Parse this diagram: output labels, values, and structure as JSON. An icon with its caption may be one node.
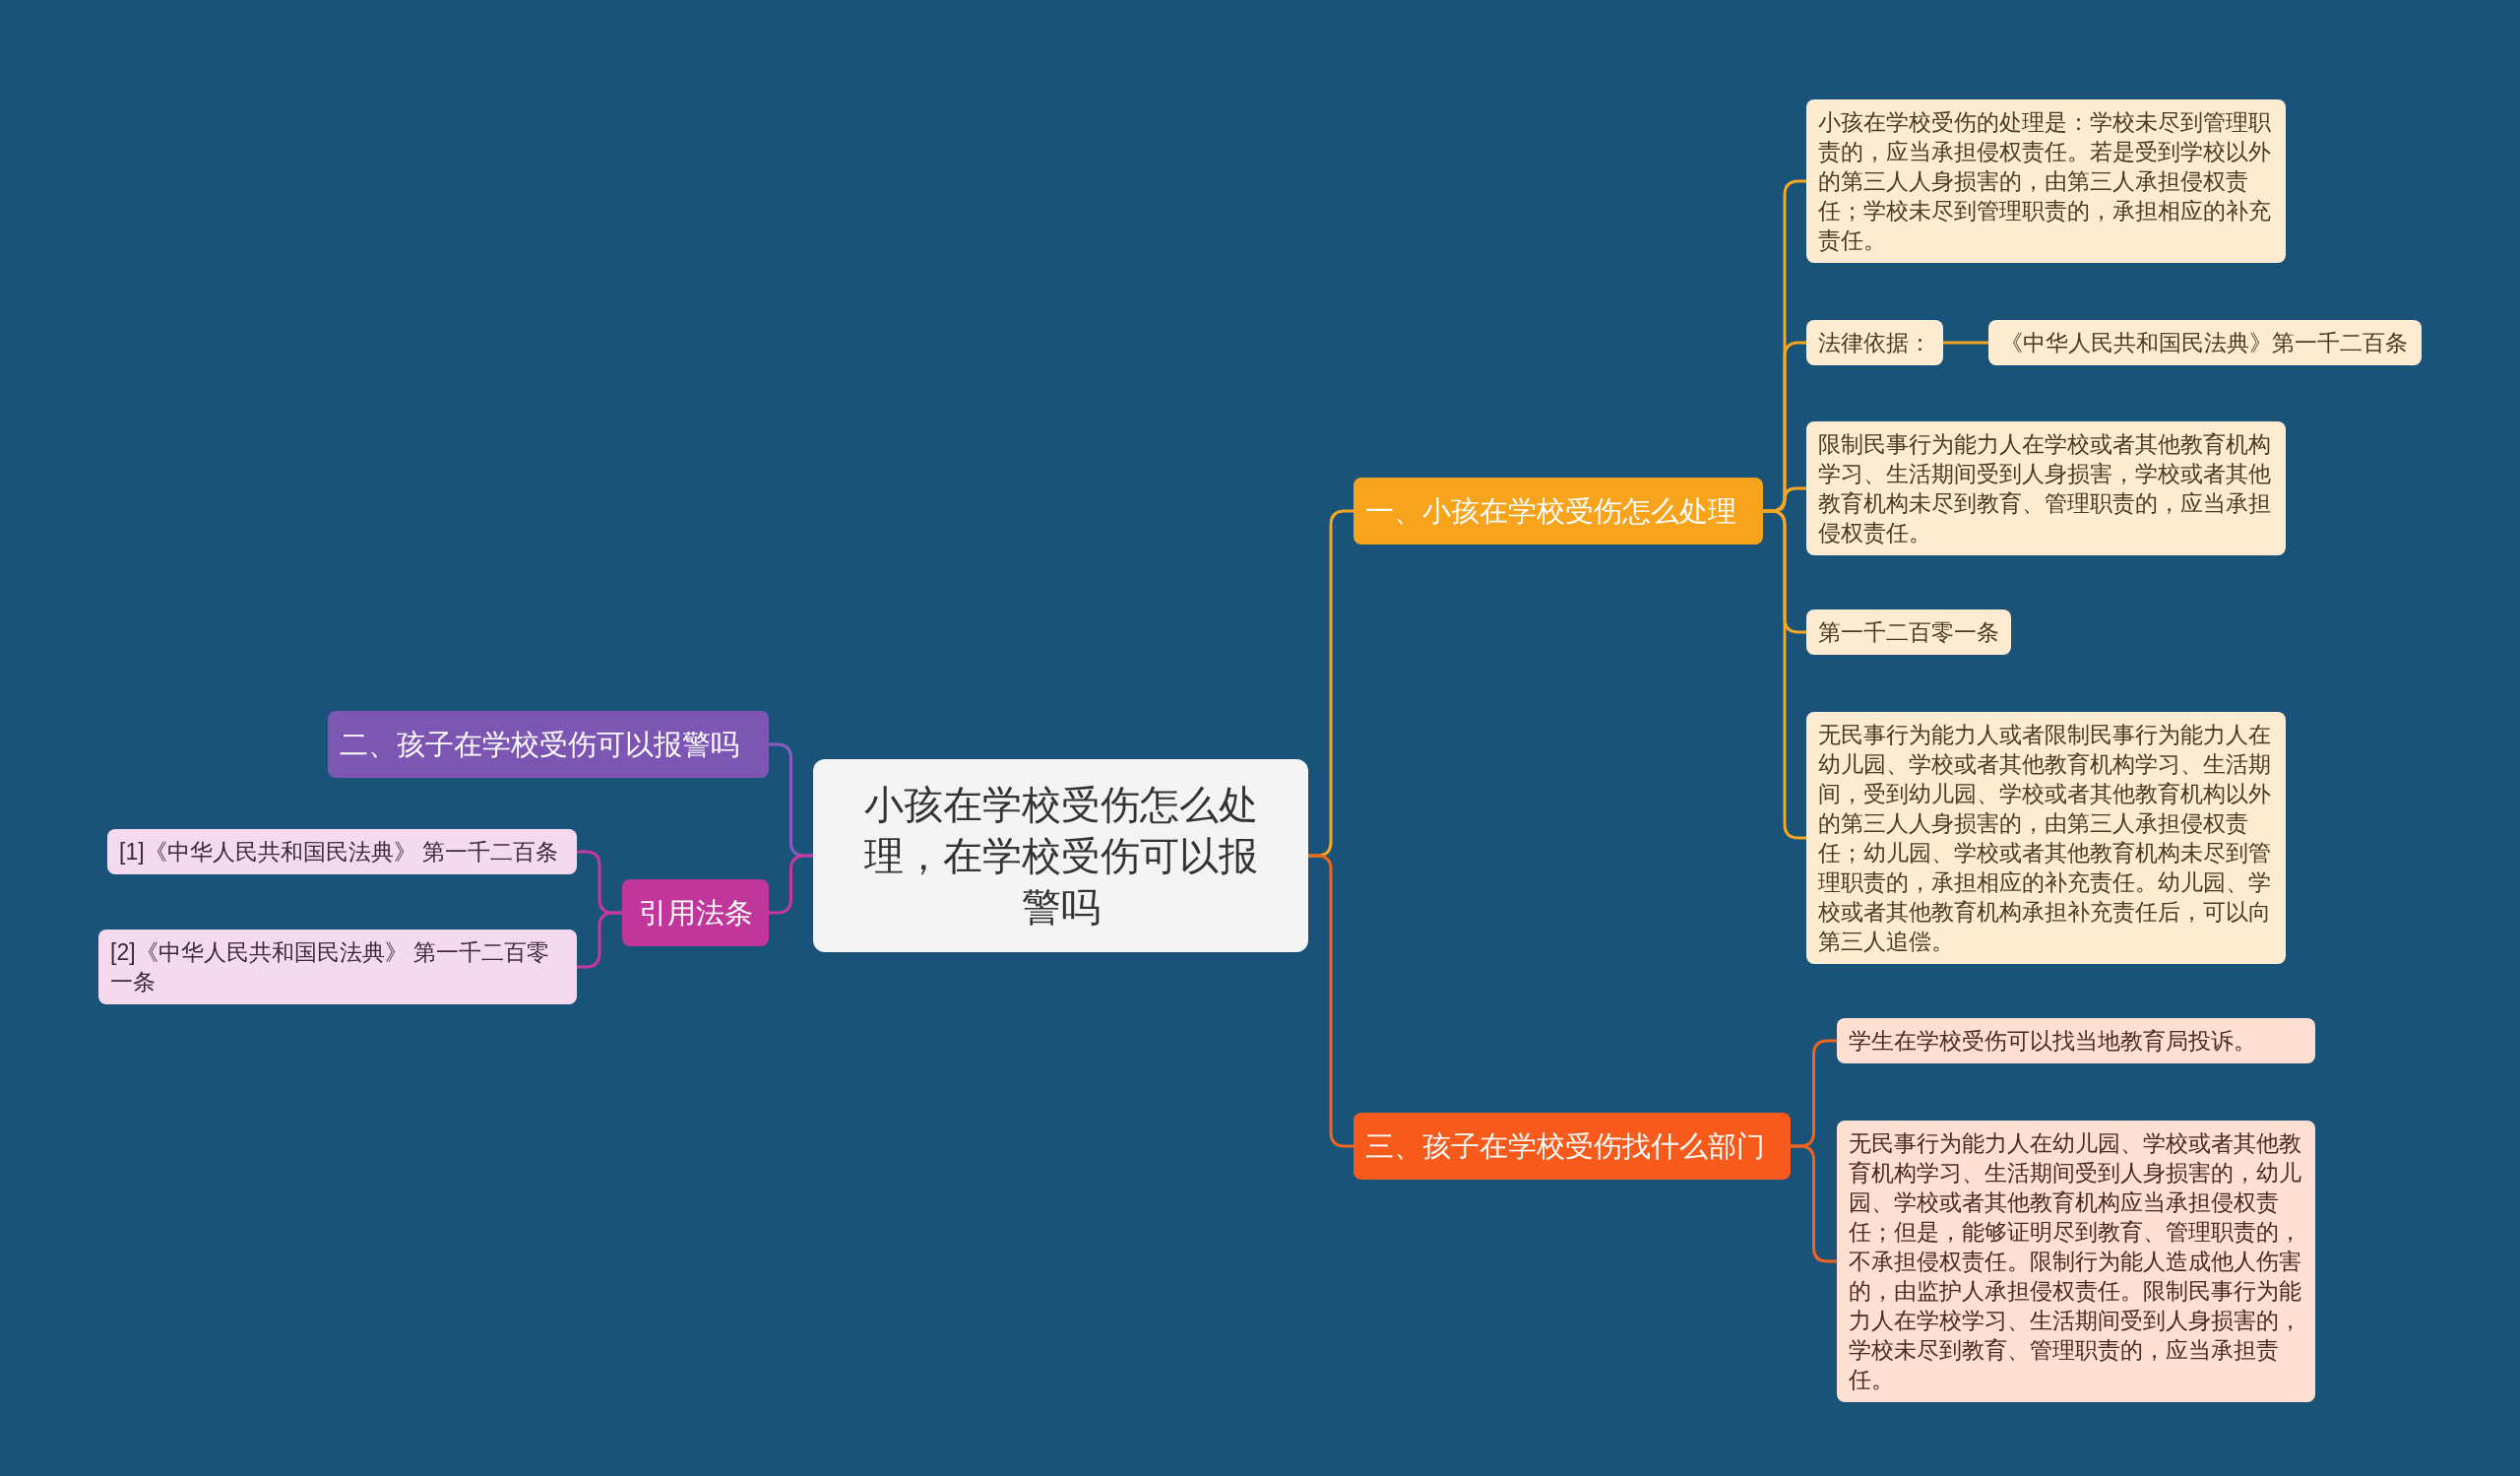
{
  "diagram": {
    "nodes": [
      {
        "text": [
          "小孩在学校受伤怎么处理，在学校受伤可以报警吗"
        ]
      },
      {
        "text": [
          "一、小孩在学校受伤怎么处理"
        ]
      },
      {
        "text": [
          "小孩在学校受伤的处理是：学校未尽到管理职责的，应当承担侵权责任。若是受到学校以外的第三人人身损害的，由第三人承担侵权责任；学校未尽到管理职责的，承担相应的补充责任。"
        ]
      },
      {
        "text": [
          "法律依据："
        ]
      },
      {
        "text": [
          "《中华人民共和国民法典》第一千二百条"
        ]
      },
      {
        "text": [
          "限制民事行为能力人在学校或者其他教育机构学习、生活期间受到人身损害，学校或者其他教育机构未尽到教育、管理职责的，应当承担侵权责任。"
        ]
      },
      {
        "text": [
          "第一千二百零一条"
        ]
      },
      {
        "text": [
          "无民事行为能力人或者限制民事行为能力人在幼儿园、学校或者其他教育机构学习、生活期间，受到幼儿园、学校或者其他教育机构以外的第三人人身损害的，由第三人承担侵权责任；幼儿园、学校或者其他教育机构未尽到管理职责的，承担相应的补充责任。幼儿园、学校或者其他教育机构承担补充责任后，可以向第三人追偿。"
        ]
      },
      {
        "text": [
          "三、孩子在学校受伤找什么部门"
        ]
      },
      {
        "text": [
          "学生在学校受伤可以找当地教育局投诉。"
        ]
      },
      {
        "text": [
          "无民事行为能力人在幼儿园、学校或者其他教育机构学习、生活期间受到人身损害的，幼儿园、学校或者其他教育机构应当承担侵权责任；但是，能够证明尽到教育、管理职责的，不承担侵权责任。限制行为能人造成他人伤害的，由监护人承担侵权责任。限制民事行为能力人在学校学习、生活期间受到人身损害的，学校未尽到教育、管理职责的，应当承担责任。"
        ]
      },
      {
        "text": [
          "二、孩子在学校受伤可以报警吗"
        ]
      },
      {
        "text": [
          "引用法条"
        ]
      },
      {
        "text": [
          "[1]《中华人民共和国民法典》 第一千二百条"
        ]
      },
      {
        "text": [
          "[2]《中华人民共和国民法典》 第一千二百零一条"
        ]
      }
    ],
    "edges": [
      {
        "from": 0,
        "to": 1,
        "arrow": "none",
        "color": "#f5a623"
      },
      {
        "from": 1,
        "to": 2,
        "arrow": "none",
        "color": "#f5a623"
      },
      {
        "from": 1,
        "to": 3,
        "arrow": "none",
        "color": "#f5a623"
      },
      {
        "from": 3,
        "to": 4,
        "arrow": "none",
        "color": "#f5a623"
      },
      {
        "from": 1,
        "to": 5,
        "arrow": "none",
        "color": "#f5a623"
      },
      {
        "from": 1,
        "to": 6,
        "arrow": "none",
        "color": "#f5a623"
      },
      {
        "from": 1,
        "to": 7,
        "arrow": "none",
        "color": "#f5a623"
      },
      {
        "from": 0,
        "to": 8,
        "arrow": "none",
        "color": "#f0651d"
      },
      {
        "from": 8,
        "to": 9,
        "arrow": "none",
        "color": "#f0651d"
      },
      {
        "from": 8,
        "to": 10,
        "arrow": "none",
        "color": "#f0651d"
      },
      {
        "from": 0,
        "to": 11,
        "arrow": "none",
        "color": "#8a5cc0"
      },
      {
        "from": 0,
        "to": 12,
        "arrow": "none",
        "color": "#c8389c"
      },
      {
        "from": 12,
        "to": 13,
        "arrow": "none",
        "color": "#c8389c"
      },
      {
        "from": 12,
        "to": 14,
        "arrow": "none",
        "color": "#c8389c"
      }
    ]
  }
}
